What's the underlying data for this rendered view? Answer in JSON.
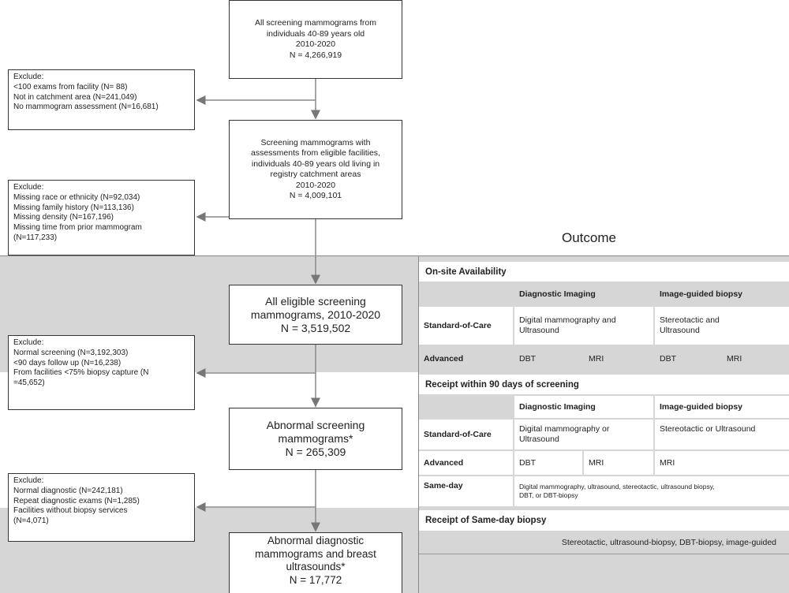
{
  "flow": {
    "box1": [
      "All screening mammograms from",
      "individuals 40-89 years old",
      "2010-2020",
      "N = 4,266,919"
    ],
    "excl1": [
      "Exclude:",
      "<100 exams from facility (N= 88)",
      "Not in catchment area (N=241,049)",
      "No mammogram assessment (N=16,681)"
    ],
    "box2": [
      "Screening mammograms with",
      "assessments from eligible facilities,",
      "individuals 40-89 years old living in",
      "registry catchment areas",
      "2010-2020",
      "N = 4,009,101"
    ],
    "excl2": [
      "Exclude:",
      "Missing race or ethnicity (N=92,034)",
      "Missing family history (N=113,136)",
      "Missing density (N=167,196)",
      "Missing time from prior mammogram",
      "(N=117,233)"
    ],
    "box3": [
      "All eligible screening",
      "mammograms, 2010-2020",
      "N = 3,519,502"
    ],
    "excl3": [
      "Exclude:",
      "Normal screening (N=3,192,303)",
      "<90 days follow up (N=16,238)",
      "From facilities <75% biopsy capture (N",
      "=45,652)"
    ],
    "box4": [
      "Abnormal screening",
      "mammograms*",
      "N = 265,309"
    ],
    "excl4": [
      "Exclude:",
      "Normal diagnostic (N=242,181)",
      "Repeat diagnostic exams (N=1,285)",
      "Facilities without biopsy services",
      "(N=4,071)"
    ],
    "box5": [
      "Abnormal diagnostic",
      "mammograms and breast",
      "ultrasounds*",
      "N = 17,772"
    ]
  },
  "outcome": {
    "title": "Outcome",
    "onsite": {
      "header": "On-site Availability",
      "col1": "Diagnostic Imaging",
      "col2": "Image-guided biopsy",
      "soc_label": "Standard-of-Care",
      "soc_diag": [
        "Digital mammography and",
        "Ultrasound"
      ],
      "soc_biopsy": [
        "Stereotactic and",
        "Ultrasound"
      ],
      "adv_label": "Advanced",
      "adv": [
        "DBT",
        "MRI",
        "DBT",
        "MRI"
      ]
    },
    "receipt": {
      "header": "Receipt within 90 days of screening",
      "col1": "Diagnostic Imaging",
      "col2": "Image-guided biopsy",
      "soc_label": "Standard-of-Care",
      "soc_diag": [
        "Digital mammography or",
        "Ultrasound"
      ],
      "soc_biopsy": "Stereotactic or Ultrasound",
      "adv_label": "Advanced",
      "adv": [
        "DBT",
        "MRI",
        "MRI"
      ],
      "same_label": "Same-day",
      "same": [
        "Digital mammography, ultrasound, stereotactic, ultrasound biopsy,",
        "DBT, or DBT-biopsy"
      ]
    },
    "sameday": {
      "header": "Receipt of Same-day biopsy",
      "text": "Stereotactic, ultrasound-biopsy, DBT-biopsy, image-guided"
    }
  }
}
